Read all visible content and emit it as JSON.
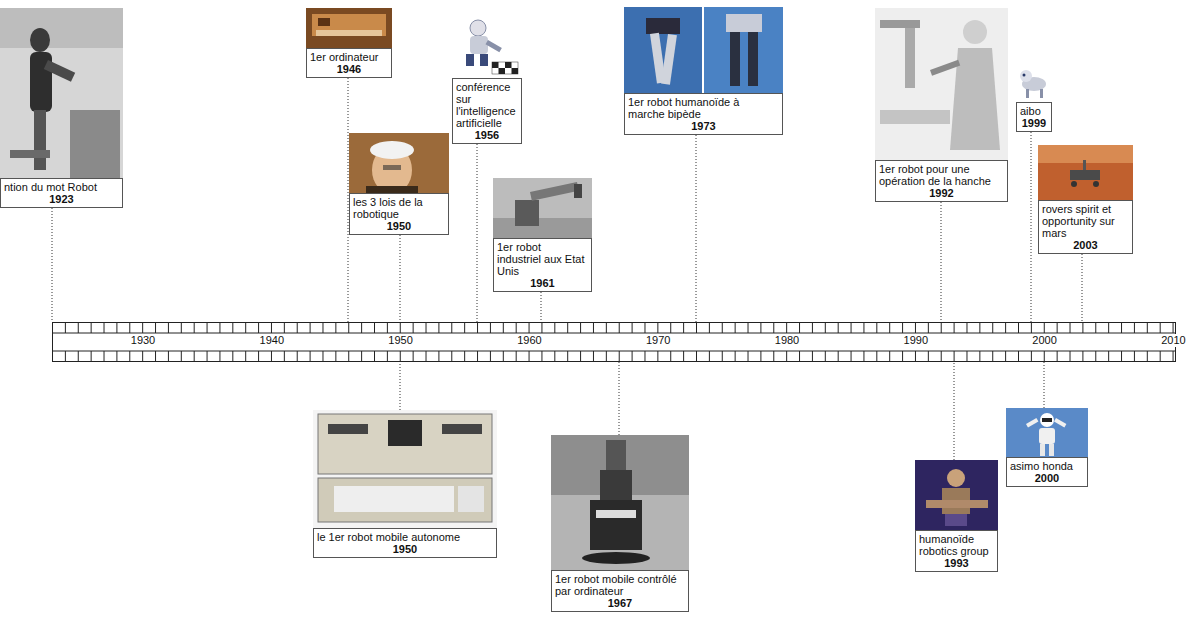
{
  "diagram": {
    "nodes": [
      {
        "text": [
          "ntion du mot Robot",
          "1923"
        ]
      },
      {
        "text": [
          "1er ordinateur",
          "1946"
        ]
      },
      {
        "text": [
          "les 3 lois de la robotique",
          "1950"
        ]
      },
      {
        "text": [
          "conférence sur l'intelligence artificielle",
          "1956"
        ]
      },
      {
        "text": [
          "1er robot industriel aux Etat Unis",
          "1961"
        ]
      },
      {
        "text": [
          "1er robot humanoïde à marche bipède",
          "1973"
        ]
      },
      {
        "text": [
          "1er robot pour une opération de la hanche",
          "1992"
        ]
      },
      {
        "text": [
          "aibo",
          "1999"
        ]
      },
      {
        "text": [
          "rovers spirit et opportunity sur mars",
          "2003"
        ]
      },
      {
        "text": [
          "1930",
          "1940",
          "1950",
          "1960",
          "1970",
          "1980",
          "1990",
          "2000",
          "2010"
        ]
      },
      {
        "text": [
          "le 1er robot mobile autonome",
          "1950"
        ]
      },
      {
        "text": [
          "1er robot mobile contrôlé par ordinateur",
          "1967"
        ]
      },
      {
        "text": [
          "humanoïde robotics group",
          "1993"
        ]
      },
      {
        "text": [
          "asimo honda",
          "2000"
        ]
      }
    ],
    "edges": [
      {
        "from": 0,
        "to": 9,
        "arrow": "none"
      },
      {
        "from": 1,
        "to": 9,
        "arrow": "none"
      },
      {
        "from": 2,
        "to": 9,
        "arrow": "none"
      },
      {
        "from": 3,
        "to": 9,
        "arrow": "none"
      },
      {
        "from": 4,
        "to": 9,
        "arrow": "none"
      },
      {
        "from": 5,
        "to": 9,
        "arrow": "none"
      },
      {
        "from": 6,
        "to": 9,
        "arrow": "none"
      },
      {
        "from": 7,
        "to": 9,
        "arrow": "none"
      },
      {
        "from": 8,
        "to": 9,
        "arrow": "none"
      },
      {
        "from": 10,
        "to": 9,
        "arrow": "none"
      },
      {
        "from": 11,
        "to": 9,
        "arrow": "none"
      },
      {
        "from": 12,
        "to": 9,
        "arrow": "none"
      },
      {
        "from": 13,
        "to": 9,
        "arrow": "none"
      }
    ]
  }
}
